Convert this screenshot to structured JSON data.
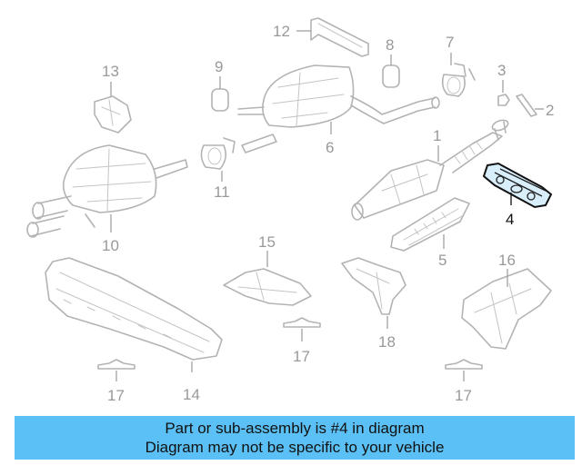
{
  "diagram": {
    "callouts": {
      "c1": "1",
      "c2": "2",
      "c3": "3",
      "c4": "4",
      "c5": "5",
      "c6": "6",
      "c7": "7",
      "c8": "8",
      "c9": "9",
      "c10": "10",
      "c11": "11",
      "c12": "12",
      "c13": "13",
      "c14": "14",
      "c15": "15",
      "c16": "16",
      "c17": "17",
      "c18": "18"
    },
    "highlighted_part": "4",
    "highlight_color": "#d8eefb"
  },
  "banner": {
    "line1": "Part or sub-assembly is #4 in diagram",
    "line2": "Diagram may not be specific to your vehicle",
    "background": "#5bc0f5"
  }
}
